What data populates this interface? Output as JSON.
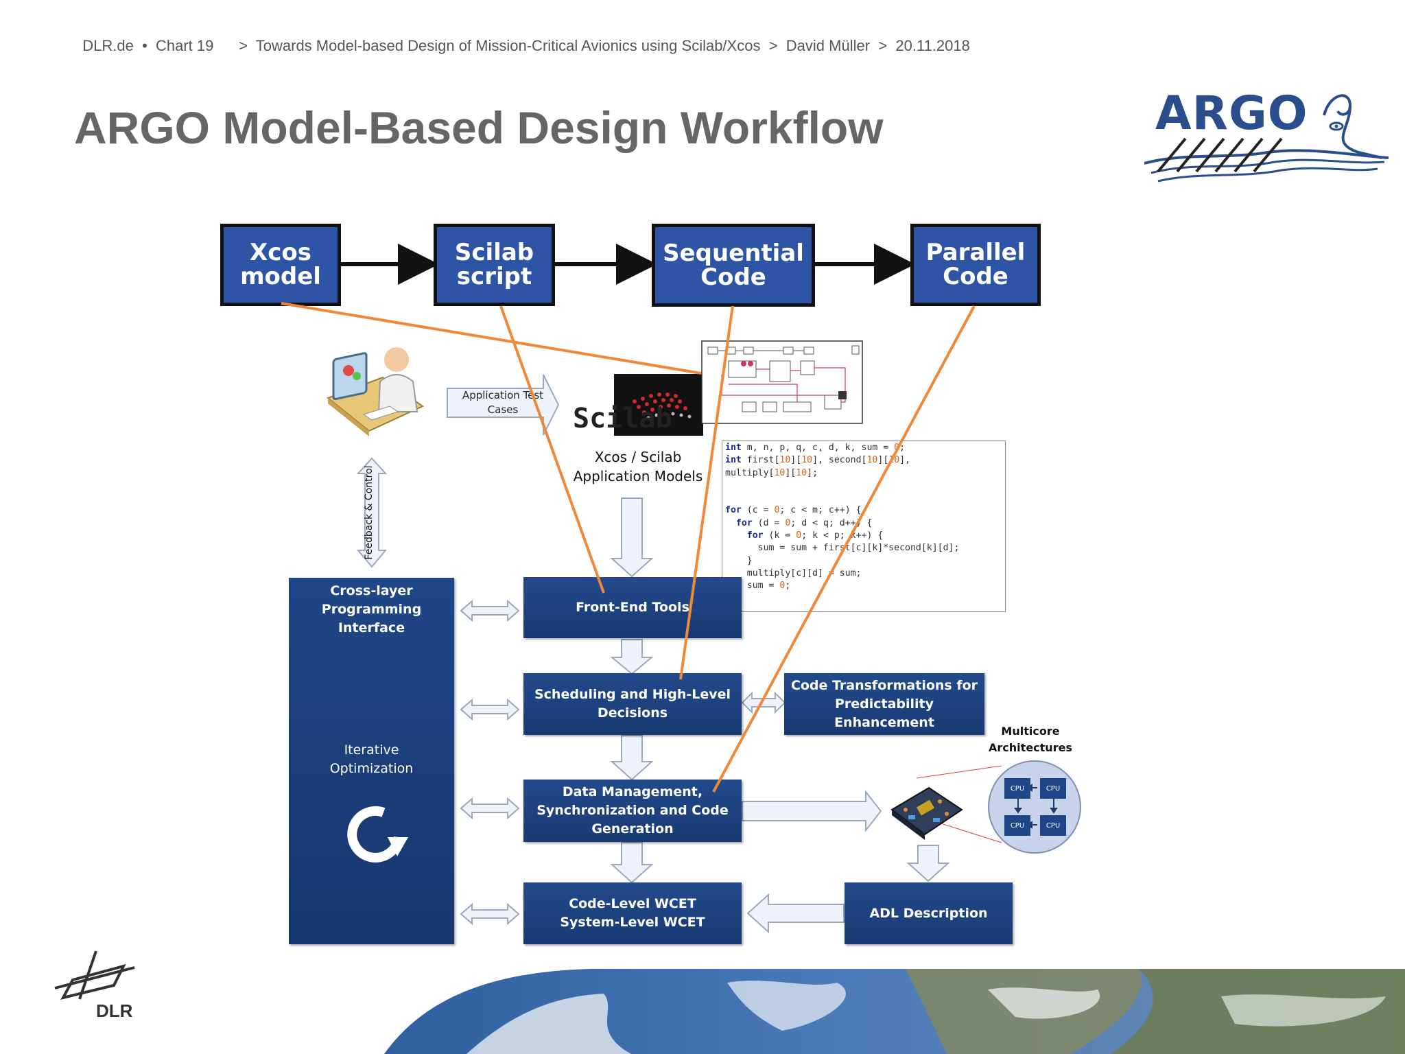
{
  "header": {
    "breadcrumb": [
      "DLR.de",
      "•",
      "Chart 19",
      ">",
      "Towards Model-based Design of Mission-Critical Avionics using Scilab/Xcos",
      ">",
      "David Müller",
      ">",
      "20.11.2018"
    ]
  },
  "title": "ARGO Model-Based Design Workflow",
  "logos": {
    "argo": "ARGO",
    "dlr": "DLR",
    "scilab": "Scilab"
  },
  "pipeline": [
    "Xcos\nmodel",
    "Scilab\nscript",
    "Sequential\nCode",
    "Parallel\nCode"
  ],
  "labels": {
    "app_test_cases": "Application Test\nCases",
    "app_models": "Xcos / Scilab\nApplication Models",
    "feedback": "Feedback & Control",
    "cross_layer": "Cross-layer\nProgramming Interface",
    "iterative": "Iterative\nOptimization",
    "multicore": "Multicore\nArchitectures",
    "cpu": "CPU"
  },
  "boxes": {
    "frontend": "Front-End Tools",
    "scheduling": "Scheduling and High-Level\nDecisions",
    "transform": "Code Transformations for\nPredictability\nEnhancement",
    "datamgmt": "Data Management,\nSynchronization and Code\nGeneration",
    "wcet": "Code-Level WCET\nSystem-Level WCET",
    "adl": "ADL Description"
  },
  "code_lines": [
    "int m, n, p, q, c, d, k, sum = 0;",
    "int first[10][10], second[10][10],",
    "multiply[10][10];",
    "",
    "",
    "for (c = 0; c < m; c++) {",
    "  for (d = 0; d < q; d++) {",
    "    for (k = 0; k < p; k++) {",
    "      sum = sum + first[c][k]*second[k][d];",
    "    }",
    "    multiply[c][d] = sum;",
    "    sum = 0;",
    "  }",
    "}"
  ],
  "colors": {
    "pipeline_box": "#2e54a6",
    "navy_box": "#1f4687",
    "orange_link": "#f0883a",
    "title_gray": "#666666"
  }
}
